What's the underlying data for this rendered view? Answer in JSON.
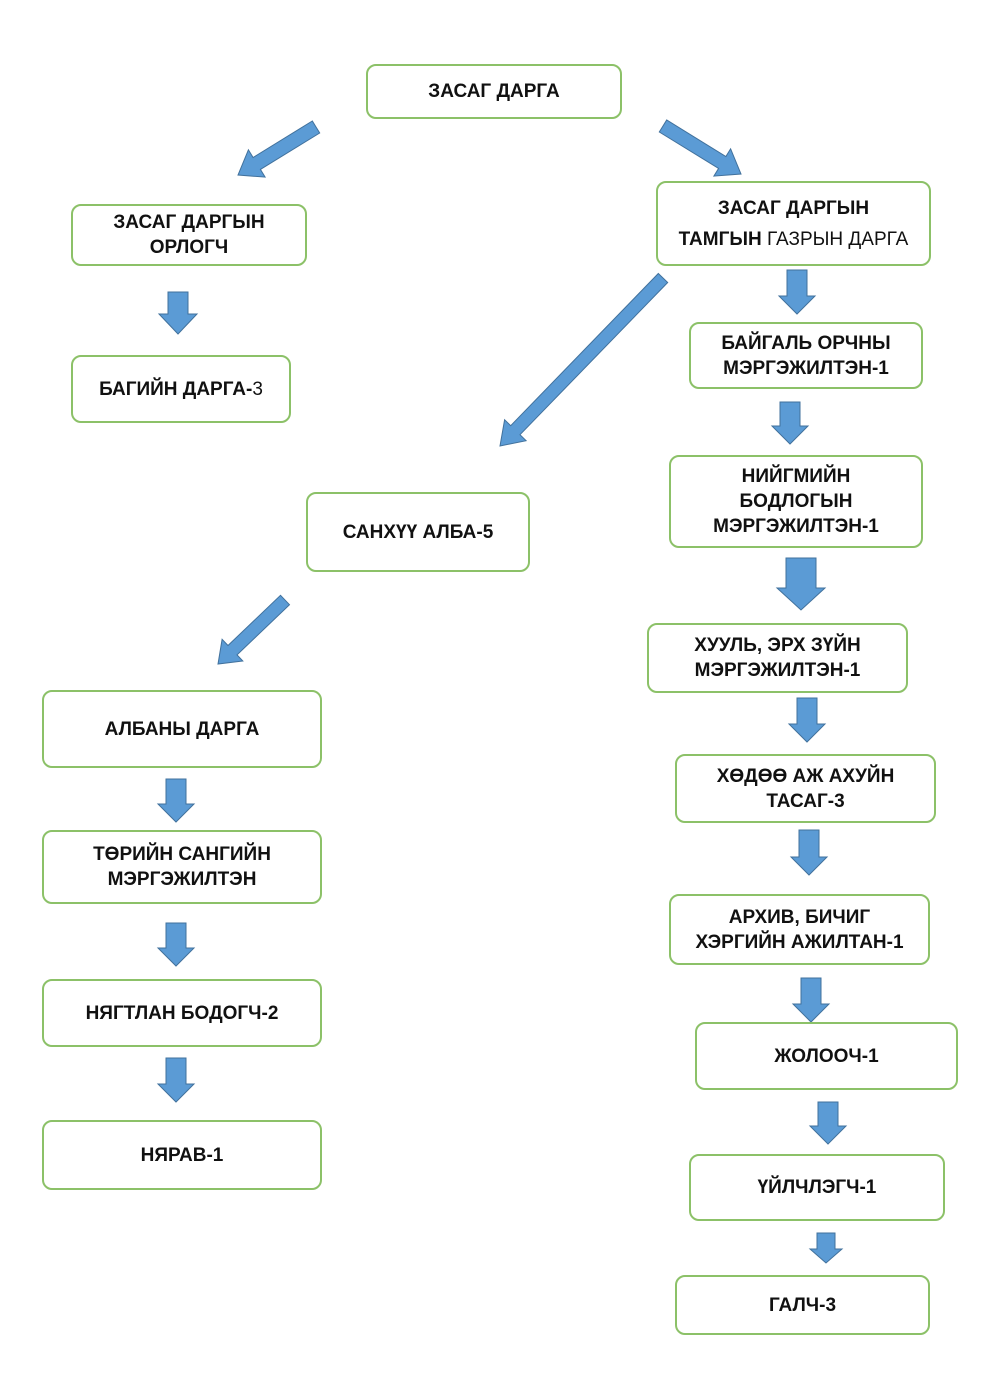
{
  "colors": {
    "box_border": "#8cc168",
    "arrow_fill": "#5b9bd5",
    "arrow_stroke": "#41719c"
  },
  "nodes": {
    "zasag_darga": {
      "label": "ЗАСАГ ДАРГА"
    },
    "orlogch": {
      "line1": "ЗАСАГ ДАРГЫН",
      "line2": "ОРЛОГЧ"
    },
    "bagiin_darga": {
      "bold": "БАГИЙН ДАРГА-",
      "light": "3"
    },
    "tamgiin_darga": {
      "line1": "ЗАСАГ ДАРГЫН",
      "line2_bold": "ТАМГЫН ",
      "line2_light": "ГАЗРЫН ДАРГА"
    },
    "baigal_orchin": {
      "line1": "БАЙГАЛЬ ОРЧНЫ",
      "line2": "МЭРГЭЖИЛТЭН-1"
    },
    "niigmiin_bodlogo": {
      "line1": "НИЙГМИЙН",
      "line2": "БОДЛОГЫН",
      "line3": "МЭРГЭЖИЛТЭН-1"
    },
    "sankhuu_alba": {
      "label": "САНХҮҮ АЛБА-5"
    },
    "khuul_erkh_zui": {
      "line1": "ХУУЛЬ, ЭРХ ЗҮЙН",
      "line2": "МЭРГЭЖИЛТЭН-1"
    },
    "albany_darga": {
      "label": "АЛБАНЫ ДАРГА"
    },
    "khoduu_aj_akhui": {
      "line1": "ХӨДӨӨ АЖ АХУЙН",
      "line2": "ТАСАГ-3"
    },
    "turiin_san": {
      "line1": "ТӨРИЙН САНГИЙН",
      "line2": "МЭРГЭЖИЛТЭН"
    },
    "arkhiv_bichig": {
      "line1": "АРХИВ, БИЧИГ",
      "line2": "ХЭРГИЙН АЖИЛТАН-1"
    },
    "nyagtlan": {
      "label": "НЯГТЛАН БОДОГЧ-2"
    },
    "jolooch": {
      "label": "ЖОЛООЧ-1"
    },
    "nyarav": {
      "label": "НЯРАВ-1"
    },
    "uilchlegch": {
      "label": "ҮЙЛЧЛЭГЧ-1"
    },
    "galch": {
      "label": "ГАЛЧ-3"
    }
  }
}
